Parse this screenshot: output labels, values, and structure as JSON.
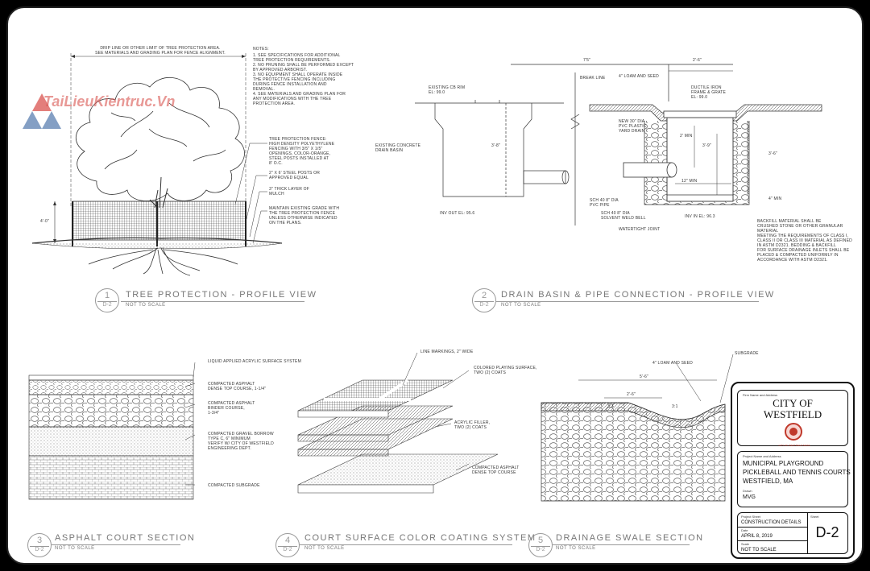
{
  "watermark": {
    "text": "TaiLieuKientruc.Vn"
  },
  "detail1": {
    "number": "1",
    "sheet": "D-2",
    "title": "TREE PROTECTION - PROFILE VIEW",
    "subtitle": "NOT TO SCALE",
    "drip_line": "DRIP LINE OR OTHER LIMIT OF TREE PROTECTION AREA.\nSEE MATERIALS AND GRADING PLAN FOR FENCE ALIGNMENT.",
    "notes_title": "NOTES:",
    "notes": "1. SEE SPECIFICATIONS FOR ADDITIONAL\n   TREE PROTECTION REQUIREMENTS.\n2. NO PRUNING SHALL BE PERFORMED EXCEPT\n   BY APPROVED ARBORIST.\n3. NO EQUIPMENT SHALL OPERATE INSIDE\n   THE PROTECTIVE FENCING INCLUDING\n   DURING FENCE INSTALLATION AND\n   REMOVAL.\n4. SEE MATERIALS AND GRADING PLAN FOR\n   ANY MODIFICATIONS WITH THE TREE\n   PROTECTION AREA.",
    "fence_note": "TREE PROTECTION FENCE:\nHIGH DENSITY POLYETHYLENE\nFENCING WITH 3/5\" X 1/5\"\nOPENINGS, COLOR-ORANGE,\nSTEEL POSTS INSTALLED AT\n8' O.C.",
    "posts_note": "2\" X 6' STEEL POSTS OR\nAPPROVED EQUAL",
    "mulch_note": "3\" THICK LAYER OF\nMULCH",
    "grade_note": "MAINTAIN EXISTING GRADE WITH\nTHE TREE PROTECTION FENCE\nUNLESS OTHERWISE INDICATED\nON THE PLANS.",
    "height_dim": "4'-0\""
  },
  "detail2": {
    "number": "2",
    "sheet": "D-2",
    "title": "DRAIN BASIN & PIPE CONNECTION - PROFILE VIEW",
    "subtitle": "NOT TO SCALE",
    "existing_cb": "EXISTING CB RIM\nEL: 99.0",
    "existing_basin": "EXISTING CONCRETE\nDRAIN BASIN",
    "depth_dim": "3'-8\"",
    "inv_out": "INV OUT EL: 95.6",
    "width_dim": "2'-6\"",
    "loam": "4\" LOAM AND SEED",
    "frame": "DUCTILE IRON\nFRAME & GRATE\nEL: 99.0",
    "pvc_drain": "NEW 30\" DIA\nPVC PLASTIC\nYARD DRAIN",
    "min_dim": "2' MIN",
    "drain_depth": "3'-9\"",
    "min12": "12\" MIN",
    "depth2": "3'-6\"",
    "min4": "4\" MIN",
    "pipe": "SCH 40 8\" DIA\nPVC PIPE",
    "bell": "SCH 40 8\" DIA\nSOLVENT WELD BELL",
    "watertight": "WATERTIGHT JOINT",
    "inv_in": "INV IN EL: 96.3",
    "backfill": "BACKFILL MATERIAL SHALL BE\nCRUSHED STONE OR OTHER GRANULAR MATERIAL\nMEETING THE REQUIREMENTS OF CLASS I,\nCLASS II OR CLASS III MATERIAL AS DEFINED\nIN ASTM D2321. BEDDING & BACKFILL\nFOR SURFACE DRAINAGE INLETS SHALL BE\nPLACED & COMPACTED UNIFORMLY IN\nACCORDANCE WITH ASTM D2321.",
    "break_line": "BREAK LINE",
    "dim_top": "7'5\""
  },
  "detail3": {
    "number": "3",
    "sheet": "D-2",
    "title": "ASPHALT COURT SECTION",
    "subtitle": "NOT TO SCALE",
    "acrylic": "LIQUID APPLIED ACRYLIC SURFACE SYSTEM",
    "top_course": "COMPACTED ASPHALT\nDENSE TOP COURSE, 1-1/4\"",
    "binder": "COMPACTED ASPHALT\nBINDER COURSE,\n1-3/4\"",
    "gravel": "COMPACTED GRAVEL BORROW\nTYPE C, 6\" MINIMUM\nVERIFY W/ CITY OF WESTFIELD\nENGINEERING DEPT.",
    "subgrade": "COMPACTED SUBGRADE"
  },
  "detail4": {
    "number": "4",
    "sheet": "D-2",
    "title": "COURT SURFACE COLOR COATING SYSTEM",
    "subtitle": "NOT TO SCALE",
    "lines": "LINE MARKINGS, 2\" WIDE",
    "playing": "COLORED PLAYING SURFACE,\nTWO (2) COATS",
    "filler": "ACRYLIC FILLER,\nTWO (2) COATS",
    "asphalt": "COMPACTED ASPHALT\nDENSE TOP COURSE"
  },
  "detail5": {
    "number": "5",
    "sheet": "D-2",
    "title": "DRAINAGE SWALE SECTION",
    "subtitle": "NOT TO SCALE",
    "loam": "4\" LOAM AND SEED",
    "subgrade": "SUBGRADE",
    "width1": "5'-6\"",
    "width2": "2'-6\"",
    "slope_l": "3:1",
    "slope_r": "3:1"
  },
  "title_block": {
    "firm_label": "Firm Name and Address",
    "city_line1": "CITY OF",
    "city_line2": "WESTFIELD",
    "seal_text": "CITY OF WESTFIELD MASS",
    "project_label": "Project Name and Address",
    "project_line1": "MUNICIPAL PLAYGROUND",
    "project_line2": "PICKLEBALL AND TENNIS COURTS",
    "project_line3": "WESTFIELD, MA",
    "drawn_label": "Drawn",
    "drawn": "MVG",
    "sheet_title_label": "Project Sheet",
    "sheet_title": "CONSTRUCTION DETAILS",
    "date_label": "Date",
    "date": "APRIL 8, 2019",
    "scale_label": "Scale",
    "scale": "NOT TO SCALE",
    "sheet_label": "Sheet",
    "sheet": "D-2"
  },
  "colors": {
    "line": "#333333",
    "caption": "#777777",
    "seal": "#c0392b",
    "watermark_red": "#d9534f",
    "watermark_blue": "#5b7fb0"
  }
}
